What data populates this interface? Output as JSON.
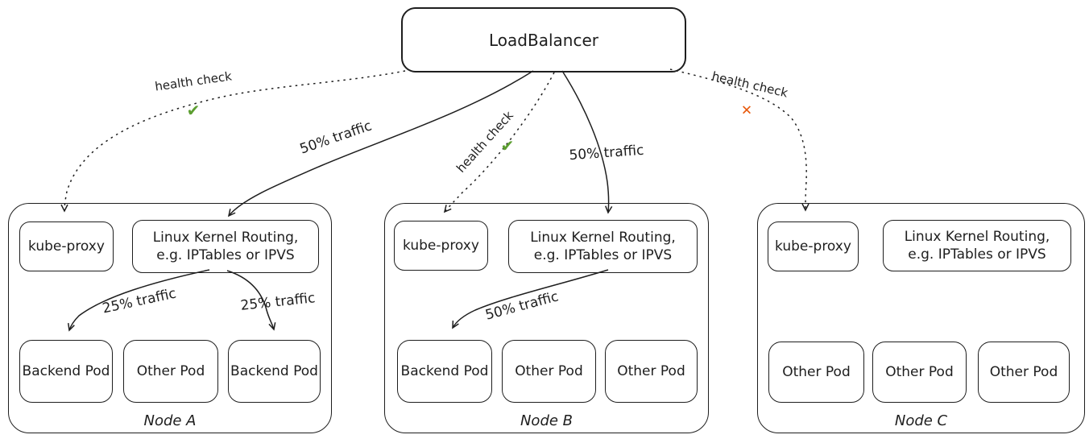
{
  "diagram": {
    "load_balancer": {
      "label": "LoadBalancer"
    },
    "edges": {
      "health_check_a": {
        "label": "health check",
        "status": "ok"
      },
      "health_check_b": {
        "label": "health check",
        "status": "ok"
      },
      "health_check_c": {
        "label": "health check",
        "status": "fail"
      },
      "traffic_lb_a": {
        "label": "50% traffic"
      },
      "traffic_lb_b": {
        "label": "50% traffic"
      },
      "traffic_a_left": {
        "label": "25% traffic"
      },
      "traffic_a_right": {
        "label": "25% traffic"
      },
      "traffic_b_pod": {
        "label": "50% traffic"
      }
    },
    "icons": {
      "ok": "✔",
      "fail": "✕"
    },
    "colors": {
      "stroke": "#1e1e1e",
      "ok": "#5c9e31",
      "fail": "#e8590c",
      "background": "#ffffff"
    },
    "nodes": [
      {
        "name": "Node A",
        "kube_proxy": "kube-proxy",
        "routing_line1": "Linux Kernel Routing,",
        "routing_line2": "e.g. IPTables or IPVS",
        "pods": [
          "Backend Pod",
          "Other Pod",
          "Backend Pod"
        ]
      },
      {
        "name": "Node B",
        "kube_proxy": "kube-proxy",
        "routing_line1": "Linux Kernel Routing,",
        "routing_line2": "e.g. IPTables or IPVS",
        "pods": [
          "Backend Pod",
          "Other Pod",
          "Other Pod"
        ]
      },
      {
        "name": "Node C",
        "kube_proxy": "kube-proxy",
        "routing_line1": "Linux Kernel Routing,",
        "routing_line2": "e.g. IPTables or IPVS",
        "pods": [
          "Other Pod",
          "Other Pod",
          "Other Pod"
        ]
      }
    ]
  }
}
